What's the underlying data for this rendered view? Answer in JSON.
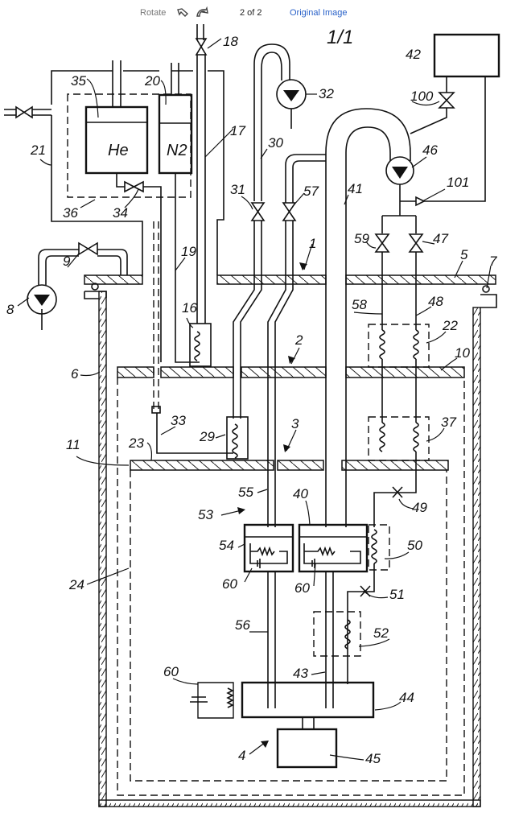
{
  "viewer": {
    "rotate_label": "Rotate",
    "rotate_left_icon": "rotate-ccw-icon",
    "rotate_right_icon": "rotate-cw-icon",
    "page_indicator": "2 of 2",
    "original_image_link": "Original Image",
    "link_color": "#2a62c9"
  },
  "drawing": {
    "sheet_label": "1/1",
    "tank_labels": {
      "helium": "He",
      "nitrogen": "N2"
    },
    "reference_numerals": {
      "n1": "1",
      "n2": "2",
      "n3": "3",
      "n4": "4",
      "n5": "5",
      "n6": "6",
      "n7": "7",
      "n8": "8",
      "n9": "9",
      "n10": "10",
      "n11": "11",
      "n16": "16",
      "n17": "17",
      "n18": "18",
      "n19": "19",
      "n20": "20",
      "n21": "21",
      "n22": "22",
      "n23": "23",
      "n24": "24",
      "n29": "29",
      "n30": "30",
      "n31": "31",
      "n32": "32",
      "n33": "33",
      "n34": "34",
      "n35": "35",
      "n36": "36",
      "n37": "37",
      "n40": "40",
      "n41": "41",
      "n42": "42",
      "n43": "43",
      "n44": "44",
      "n45": "45",
      "n46": "46",
      "n47": "47",
      "n48": "48",
      "n49": "49",
      "n50": "50",
      "n51": "51",
      "n52": "52",
      "n53": "53",
      "n54": "54",
      "n55": "55",
      "n56": "56",
      "n57": "57",
      "n58": "58",
      "n59": "59",
      "n60": "60",
      "n100": "100",
      "n101": "101"
    }
  }
}
